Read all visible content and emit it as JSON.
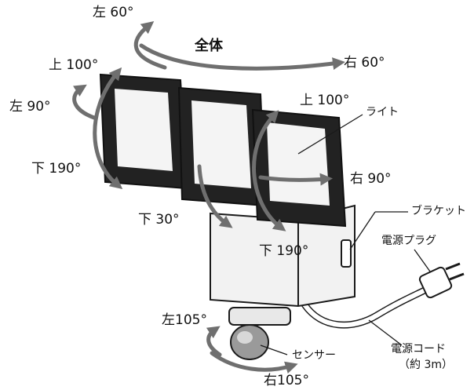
{
  "labels": {
    "whole": "全体",
    "whole_left": "左 60°",
    "whole_right": "右 60°",
    "l1_up": "上 100°",
    "l1_left": "左 90°",
    "l1_down": "下 190°",
    "l2_down": "下 30°",
    "l3_up": "上 100°",
    "l3_right": "右 90°",
    "l3_down": "下 190°",
    "sensor_left": "左105°",
    "sensor_right": "右105°"
  },
  "callouts": {
    "light": "ライト",
    "bracket": "ブラケット",
    "plug": "電源プラグ",
    "cord": "電源コード",
    "cord_note": "（約 3m）",
    "sensor": "センサー"
  },
  "colors": {
    "arrow": "#6f6f6f",
    "panel": "#222222",
    "lens": "#f4f4f4",
    "body": "#f2f2f2",
    "outline": "#1a1a1a"
  }
}
